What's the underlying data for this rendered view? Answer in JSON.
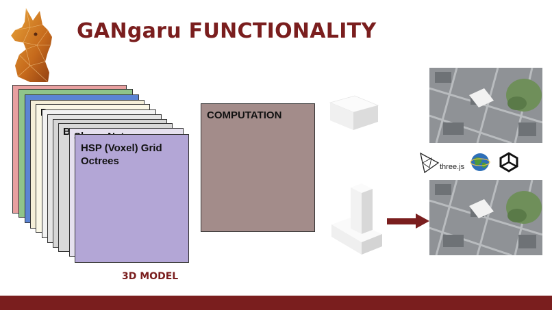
{
  "slide": {
    "title": "GANgaru FUNCTIONALITY",
    "colors": {
      "title": "#7a1e1e",
      "footer": "#7a1e1e",
      "computation_box": "#a38c8a",
      "front_layer": "#b3a6d6",
      "arrow": "#7a1e1e"
    }
  },
  "layers": {
    "front_text": "HSP (Voxel) Grid Octrees",
    "captions": [
      "",
      "D",
      "",
      "",
      "",
      "B",
      "Shape Net"
    ]
  },
  "computation": {
    "label": "COMPUTATION"
  },
  "model_label": "3D MODEL",
  "logos": {
    "threejs_label": "three.js",
    "icons": [
      "llama-logo-icon",
      "threejs-logo-icon",
      "globe-icon",
      "unity-logo-icon",
      "arrow-right-icon"
    ]
  }
}
